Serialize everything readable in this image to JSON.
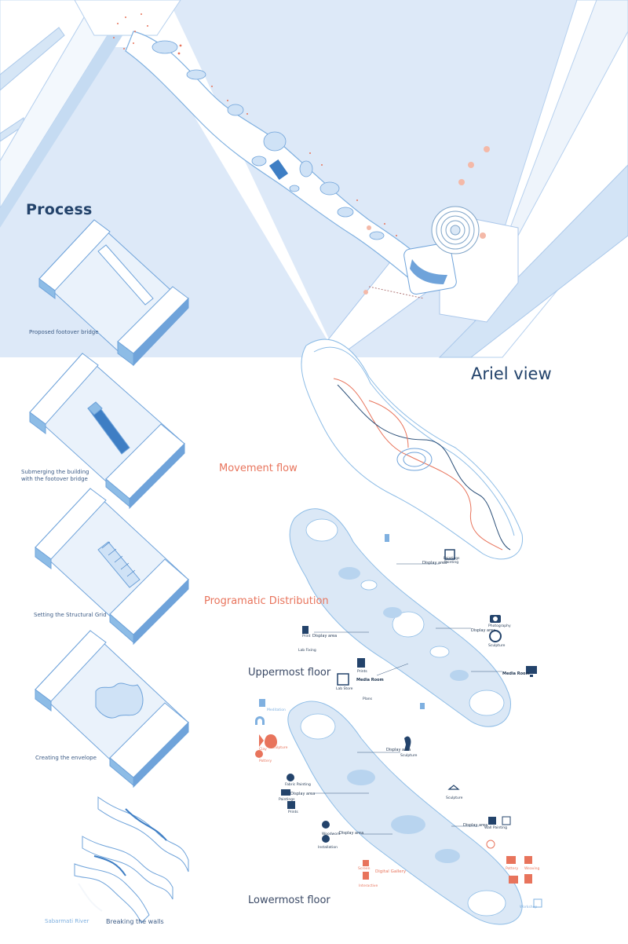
{
  "titles": {
    "process": "Process",
    "ariel_view": "Ariel view",
    "movement_flow": "Movement flow",
    "programatic_distribution": "Programatic Distribution",
    "uppermost_floor": "Uppermost floor",
    "lowermost_floor": "Lowermost floor"
  },
  "process_steps": [
    "Proposed footover bridge",
    "Submerging the building",
    "with the footover bridge",
    "Setting the Structural Grid",
    "Creating the envelope",
    "Sabarmati River",
    "Breaking the walls"
  ],
  "upper_labels": {
    "display_area_1": "Display area",
    "display_area_2": "Display area",
    "display_area_3": "Display area",
    "media_room_1": "Media Room",
    "media_room_2": "Media Room",
    "photography": "Photography",
    "sculpture": "Sculpture",
    "painting": "Painting",
    "print": "Print",
    "lab_fixing": "Lab Fixing",
    "prints": "Prints",
    "lab_store": "Lab Store",
    "plans": "Plans",
    "prints_small": "Paintings"
  },
  "lower_labels": {
    "meditation": "Meditation",
    "sculpture_1": "Sculpture",
    "clay": "Clay",
    "pottery": "Pottery",
    "display_area_1": "Display area",
    "display_area_2": "Display area",
    "display_area_3": "Display area",
    "display_area_4": "Display area",
    "sculpture_2": "Sculpture",
    "fabric_painting": "Fabric Painting",
    "paintings": "Paintings",
    "prints": "Prints",
    "sculpture_3": "Sculpture",
    "wall_painting": "Wall Painting",
    "digital_gallery": "Digital Gallery",
    "woodwork": "Woodwork",
    "screen": "Screen",
    "installation": "Installation",
    "interactive": "Interactive",
    "pottery_2": "Pottery",
    "weaving": "Weaving",
    "workshop": "Workshop"
  },
  "colors": {
    "water": "#dde9f8",
    "land": "#ffffff",
    "building_blue": "#8dbce6",
    "deep_blue": "#3e7ec4",
    "title_navy": "#23436b",
    "accent_orange": "#e8745c"
  },
  "icons": [
    "camera-icon",
    "palette-icon",
    "monitor-icon",
    "headphones-icon",
    "sculpture-icon",
    "easel-icon",
    "hanger-icon",
    "pottery-icon"
  ]
}
